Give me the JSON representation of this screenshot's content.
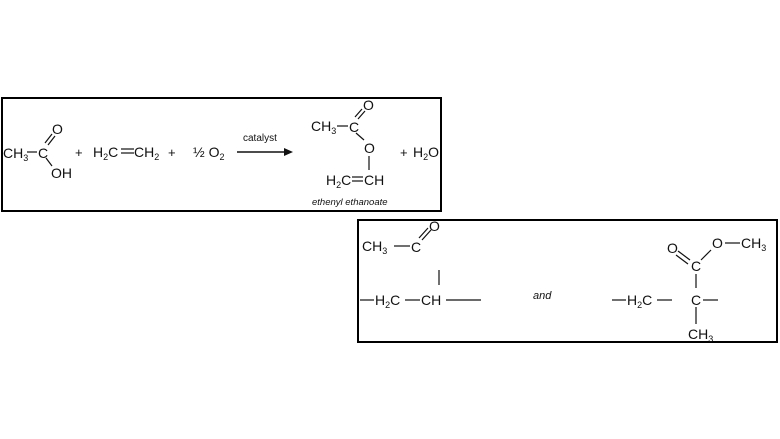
{
  "reaction": {
    "acid": {
      "ch3": "CH",
      "ch3_sub": "3",
      "c": "C",
      "o": "O",
      "oh": "OH"
    },
    "plus1": "+",
    "ethene": {
      "h2c": "H",
      "h2c_sub": "2",
      "h2c_c": "C",
      "ch2": "CH",
      "ch2_sub": "2"
    },
    "plus2": "+",
    "oxygen": {
      "coef": "½ O",
      "sub": "2"
    },
    "catalyst": "catalyst",
    "product": {
      "ch3": "CH",
      "ch3_sub": "3",
      "c": "C",
      "o_double": "O",
      "o_single": "O",
      "h2c": "H",
      "h2c_sub": "2",
      "h2c_c": "C",
      "ch": "CH",
      "name": "ethenyl ethanoate"
    },
    "plus3": "+",
    "water": {
      "h": "H",
      "h_sub": "2",
      "o": "O"
    }
  },
  "polymers": {
    "left": {
      "ch3": "CH",
      "ch3_sub": "3",
      "c": "C",
      "o": "O",
      "h2c": "H",
      "h2c_sub": "2",
      "h2c_c": "C",
      "ch": "CH"
    },
    "and": "and",
    "right": {
      "o_double": "O",
      "o_single": "O",
      "ch3_top": "CH",
      "ch3_top_sub": "3",
      "c_top": "C",
      "h2c": "H",
      "h2c_sub": "2",
      "h2c_c": "C",
      "c_mid": "C",
      "ch3_bottom": "CH",
      "ch3_bottom_sub": "3"
    }
  }
}
